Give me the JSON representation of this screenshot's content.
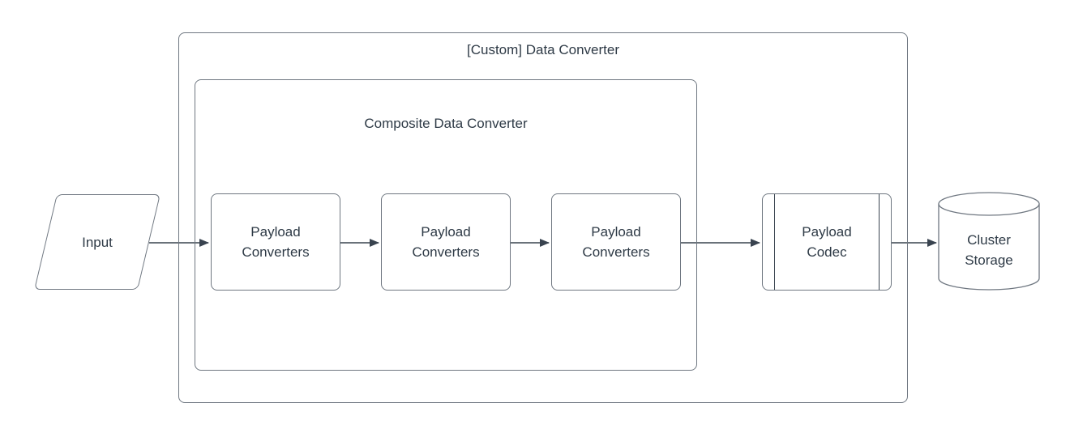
{
  "outer_container": {
    "label": "[Custom] Data Converter"
  },
  "inner_container": {
    "label": "Composite Data Converter"
  },
  "nodes": {
    "input": {
      "label": "Input",
      "shape": "parallelogram"
    },
    "converters": [
      {
        "label": "Payload Converters"
      },
      {
        "label": "Payload Converters"
      },
      {
        "label": "Payload Converters"
      }
    ],
    "codec": {
      "label": "Payload Codec",
      "shape": "predefined-process"
    },
    "storage": {
      "label": "Cluster Storage",
      "shape": "cylinder"
    }
  },
  "edges": [
    {
      "from": "input",
      "to": "payload-converters-1"
    },
    {
      "from": "payload-converters-1",
      "to": "payload-converters-2"
    },
    {
      "from": "payload-converters-2",
      "to": "payload-converters-3"
    },
    {
      "from": "payload-converters-3",
      "to": "payload-codec"
    },
    {
      "from": "payload-codec",
      "to": "cluster-storage"
    }
  ],
  "colors": {
    "shape_stroke": "#6f7781",
    "text": "#2e3a46",
    "arrow": "#39434f",
    "background": "#ffffff"
  }
}
